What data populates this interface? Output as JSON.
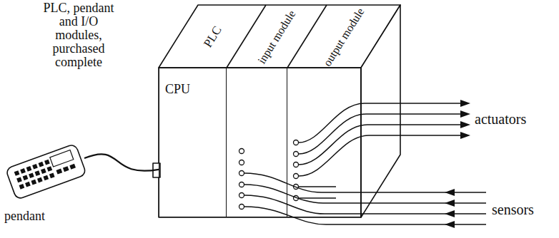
{
  "diagram": {
    "nodes": [
      {
        "text": [
          "PLC",
          "CPU"
        ]
      },
      {
        "text": [
          "input module"
        ]
      },
      {
        "text": [
          "output module"
        ]
      },
      {
        "text": [
          "pendant"
        ]
      }
    ],
    "edges": [
      {
        "from": 3,
        "to": 0,
        "arrow": "none"
      }
    ],
    "labels": [
      "PLC, pendant and I/O modules, purchased complete",
      "actuators",
      "sensors"
    ]
  }
}
